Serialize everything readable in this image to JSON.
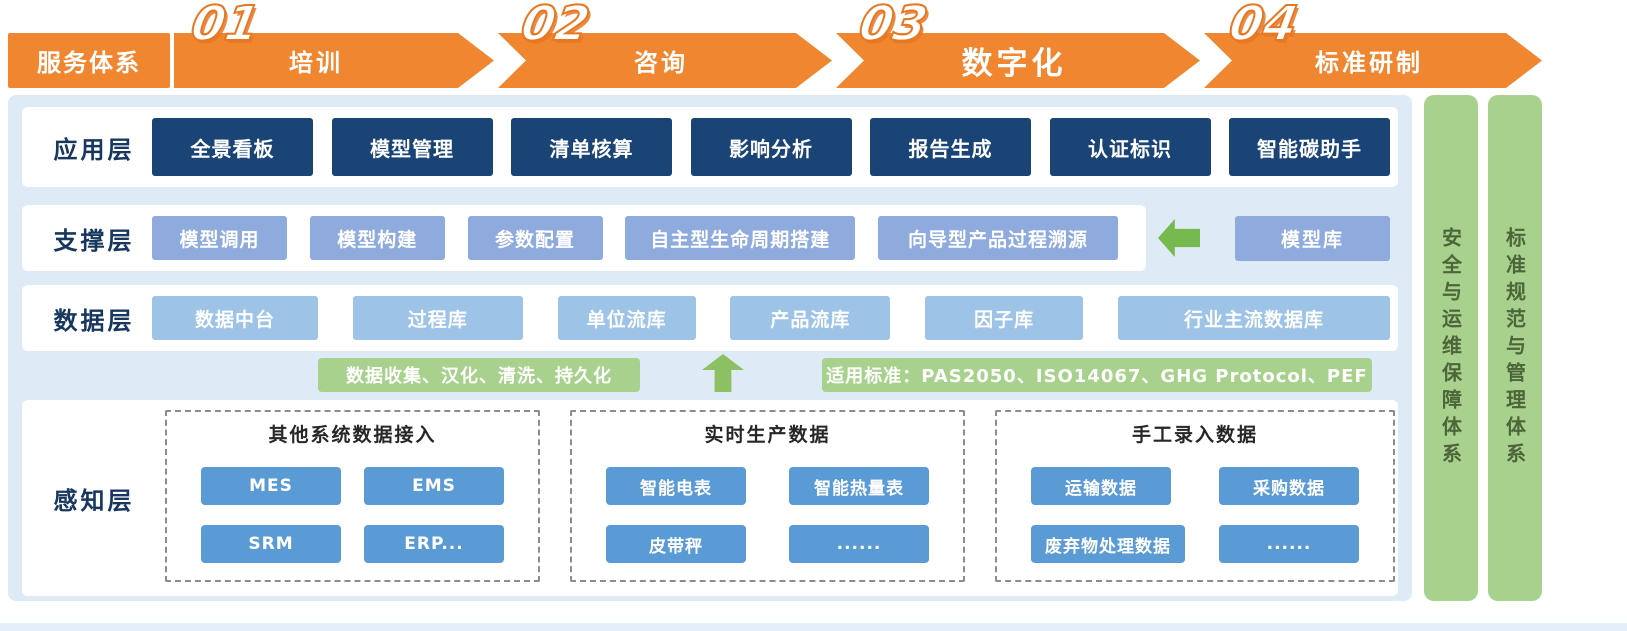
{
  "banner": {
    "service_label": "服务体系",
    "steps": [
      {
        "num": "01",
        "label": "培训"
      },
      {
        "num": "02",
        "label": "咨询"
      },
      {
        "num": "03",
        "label": "数字化"
      },
      {
        "num": "04",
        "label": "标准研制"
      }
    ]
  },
  "application": {
    "label": "应用层",
    "items": [
      "全景看板",
      "模型管理",
      "清单核算",
      "影响分析",
      "报告生成",
      "认证标识",
      "智能碳助手"
    ]
  },
  "support": {
    "label": "支撑层",
    "items": [
      "模型调用",
      "模型构建",
      "参数配置",
      "自主型生命周期搭建",
      "向导型产品过程溯源"
    ],
    "model_library": "模型库"
  },
  "data_layer": {
    "label": "数据层",
    "items": [
      "数据中台",
      "过程库",
      "单位流库",
      "产品流库",
      "因子库",
      "行业主流数据库"
    ]
  },
  "middle": {
    "left_bar": "数据收集、汉化、清洗、持久化",
    "right_bar": "适用标准：PAS2050、ISO14067、GHG Protocol、PEF"
  },
  "perception": {
    "label": "感知层",
    "groups": [
      {
        "title": "其他系统数据接入",
        "items": [
          "MES",
          "EMS",
          "SRM",
          "ERP..."
        ]
      },
      {
        "title": "实时生产数据",
        "items": [
          "智能电表",
          "智能热量表",
          "皮带秤",
          "......"
        ]
      },
      {
        "title": "手工录入数据",
        "items": [
          "运输数据",
          "采购数据",
          "废弃物处理数据",
          "......"
        ]
      }
    ]
  },
  "sidebars": [
    {
      "label": "安全与运维保障体系"
    },
    {
      "label": "标准规范与管理体系"
    }
  ],
  "colors": {
    "orange": "#F0862F",
    "dark_blue": "#1B4476",
    "medium_blue": "#8FAADC",
    "light_blue": "#9DC3E6",
    "button_blue": "#5B9BD5",
    "green_bar": "#A9D18E",
    "green_arrow": "#76B94F",
    "panel_bg": "#DEEBF7"
  }
}
